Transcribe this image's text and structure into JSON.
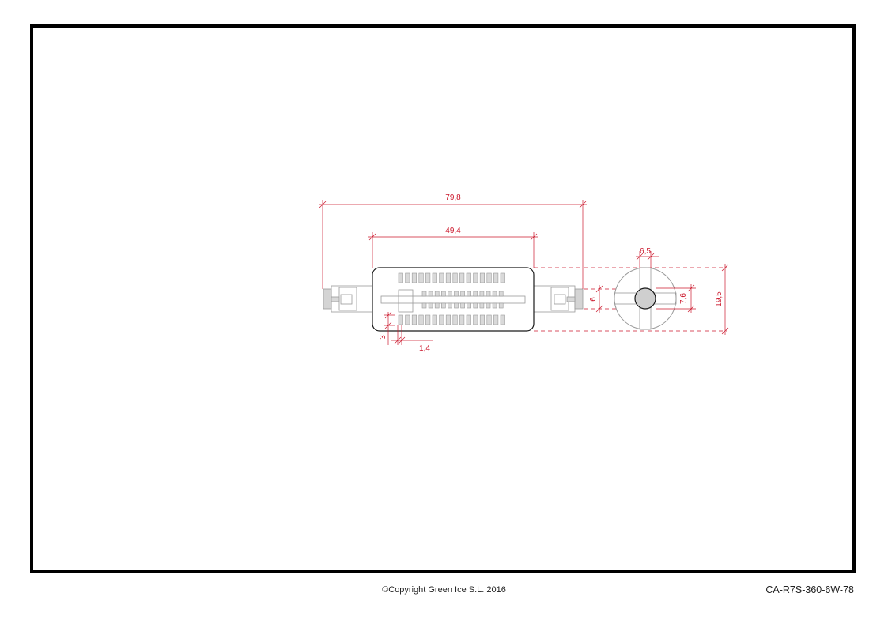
{
  "drawing": {
    "dimensions": {
      "overall_length": "79,8",
      "body_length": "49,4",
      "pin_spacing": "6",
      "end_flat": "6,5",
      "contact_diameter": "7,6",
      "outer_diameter": "19,5",
      "rib_height": "3",
      "rib_width": "1,4"
    },
    "colors": {
      "dimension": "#cc1a2e",
      "outline": "#1a1a1a",
      "detail": "#9a9a9a",
      "contact_fill": "#cfcfcf",
      "frame": "#000000"
    }
  },
  "footer": {
    "copyright": "©Copyright Green Ice S.L. 2016",
    "part_code": "CA-R7S-360-6W-78"
  }
}
